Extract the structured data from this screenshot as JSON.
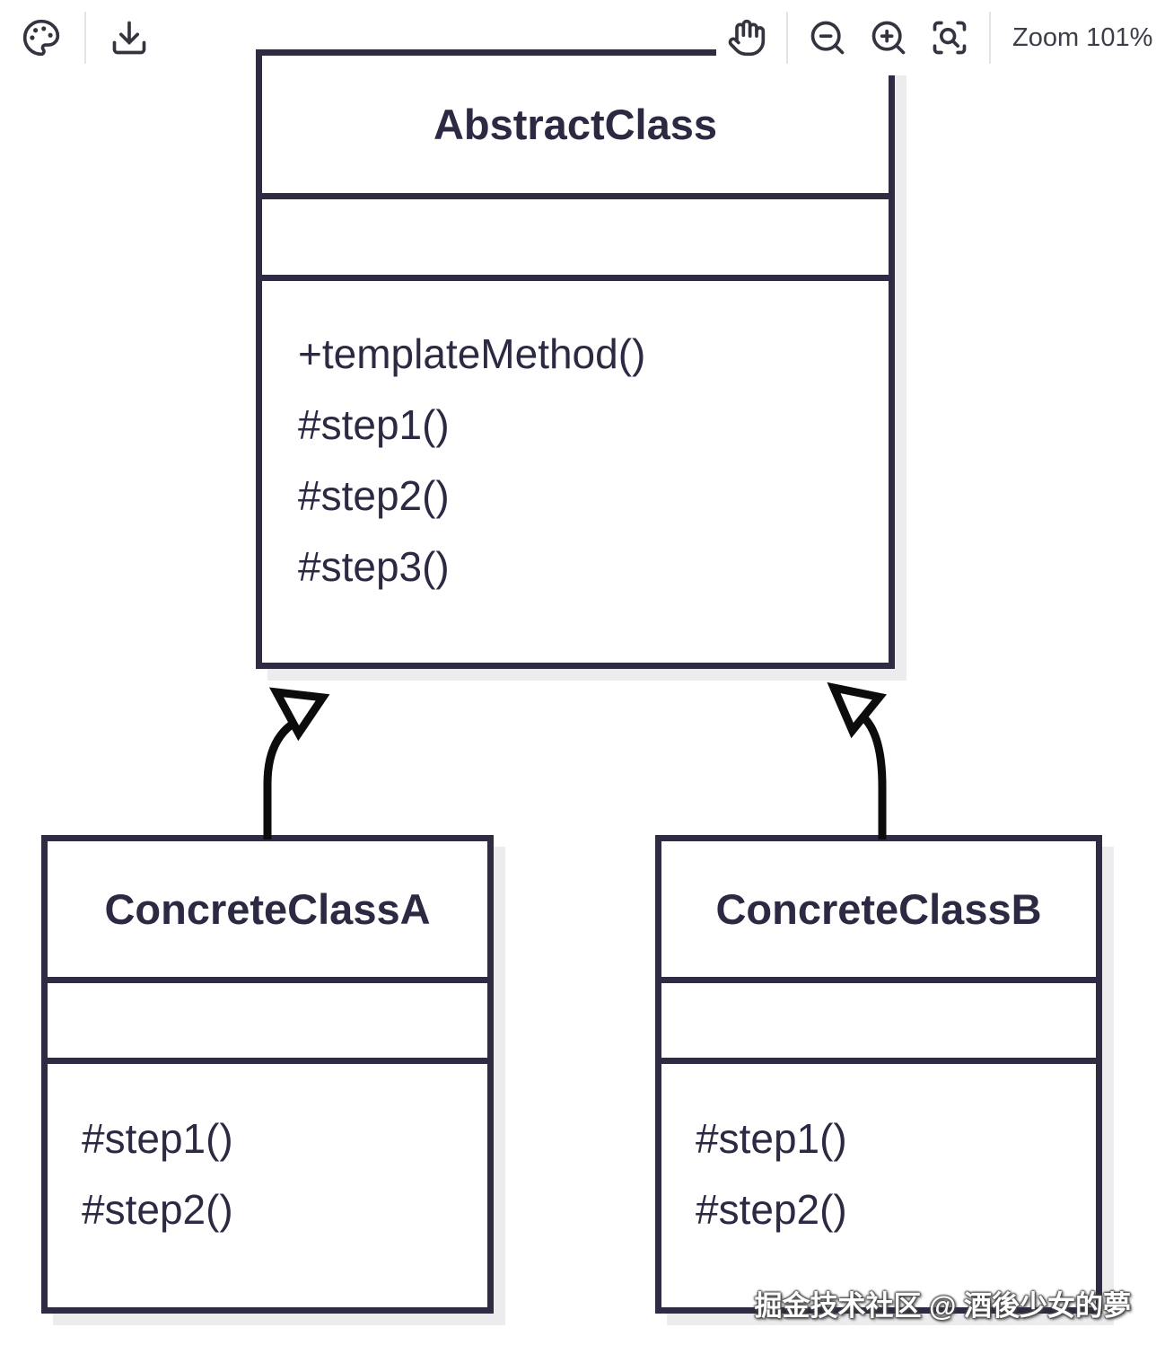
{
  "toolbar": {
    "zoom_label": "Zoom 101%",
    "icons": {
      "palette": "palette-icon",
      "download": "download-icon",
      "hand": "pan-hand-icon",
      "zoom_out": "zoom-out-icon",
      "zoom_in": "zoom-in-icon",
      "fit_view": "scan-search-icon"
    }
  },
  "diagram": {
    "classes": [
      {
        "name": "AbstractClass",
        "attributes": "",
        "methods": [
          "+templateMethod()",
          "#step1()",
          "#step2()",
          "#step3()"
        ]
      },
      {
        "name": "ConcreteClassA",
        "attributes": "",
        "methods": [
          "#step1()",
          "#step2()"
        ]
      },
      {
        "name": "ConcreteClassB",
        "attributes": "",
        "methods": [
          "#step1()",
          "#step2()"
        ]
      }
    ],
    "relations": [
      {
        "from": "ConcreteClassA",
        "to": "AbstractClass",
        "type": "inheritance"
      },
      {
        "from": "ConcreteClassB",
        "to": "AbstractClass",
        "type": "inheritance"
      }
    ]
  },
  "watermark": "掘金技术社区 @ 酒後少女的夢",
  "colors": {
    "box_line": "#2e2b42",
    "arrow": "#0c0c0c",
    "shadow": "#ececee",
    "toolbar_icon": "#35333f",
    "toolbar_text": "#3f3d49",
    "background": "#ffffff"
  }
}
